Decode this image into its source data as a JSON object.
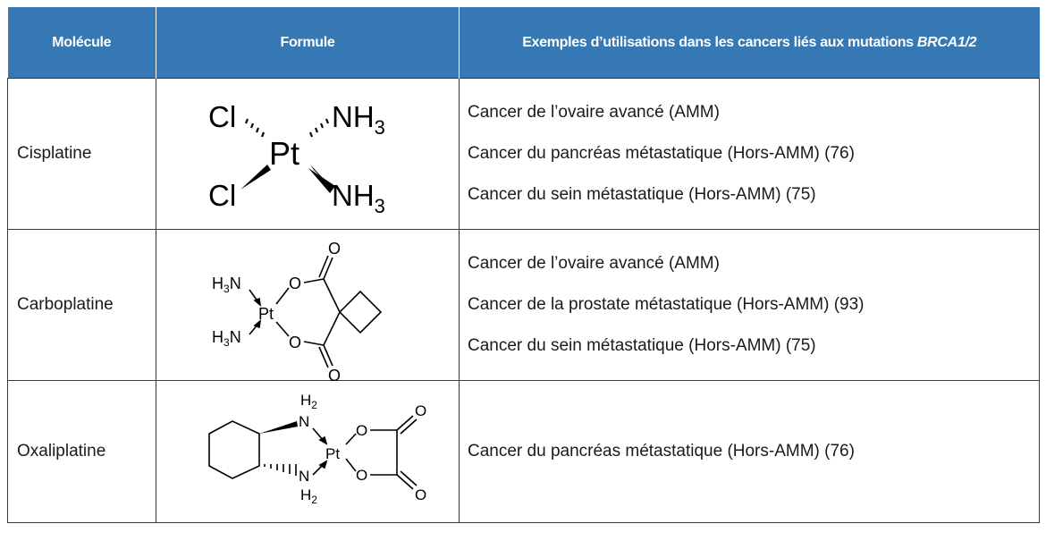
{
  "headers": {
    "molecule": "Molécule",
    "formula": "Formule",
    "uses_prefix": "Exemples d’utilisations dans les cancers liés aux mutations ",
    "uses_gene": "BRCA1/2"
  },
  "rows": [
    {
      "molecule": "Cisplatine",
      "uses": [
        "Cancer de l’ovaire avancé (AMM)",
        "Cancer du pancréas métastatique (Hors-AMM) (76)",
        "Cancer du sein métastatique (Hors-AMM) (75)"
      ]
    },
    {
      "molecule": "Carboplatine",
      "uses": [
        "Cancer de l’ovaire avancé (AMM)",
        "Cancer de la prostate métastatique (Hors-AMM) (93)",
        "Cancer du sein métastatique (Hors-AMM) (75)"
      ]
    },
    {
      "molecule": "Oxaliplatine",
      "uses": [
        "Cancer du pancréas métastatique (Hors-AMM) (76)"
      ]
    }
  ],
  "structures": {
    "cisplatin": {
      "cl_top": "Cl",
      "cl_bottom": "Cl",
      "pt": "Pt",
      "nh_top": "NH",
      "nh_top_sub": "3",
      "nh_bottom": "NH",
      "nh_bottom_sub": "3"
    },
    "carboplatin": {
      "h3n_top": "H",
      "h3n_top_sub": "3",
      "h3n_top_n": "N",
      "h3n_bottom": "H",
      "h3n_bottom_sub": "3",
      "h3n_bottom_n": "N",
      "pt": "Pt",
      "o_ring_top": "O",
      "o_ring_bottom": "O",
      "o_carbonyl_top": "O",
      "o_carbonyl_bottom": "O"
    },
    "oxaliplatin": {
      "h2_top": "H",
      "h2_top_sub": "2",
      "n_top": "N",
      "h2_bottom": "H",
      "h2_bottom_sub": "2",
      "n_bottom": "N",
      "pt": "Pt",
      "o_ring_top": "O",
      "o_ring_bottom": "O",
      "o_carbonyl_top": "O",
      "o_carbonyl_bottom": "O"
    }
  }
}
